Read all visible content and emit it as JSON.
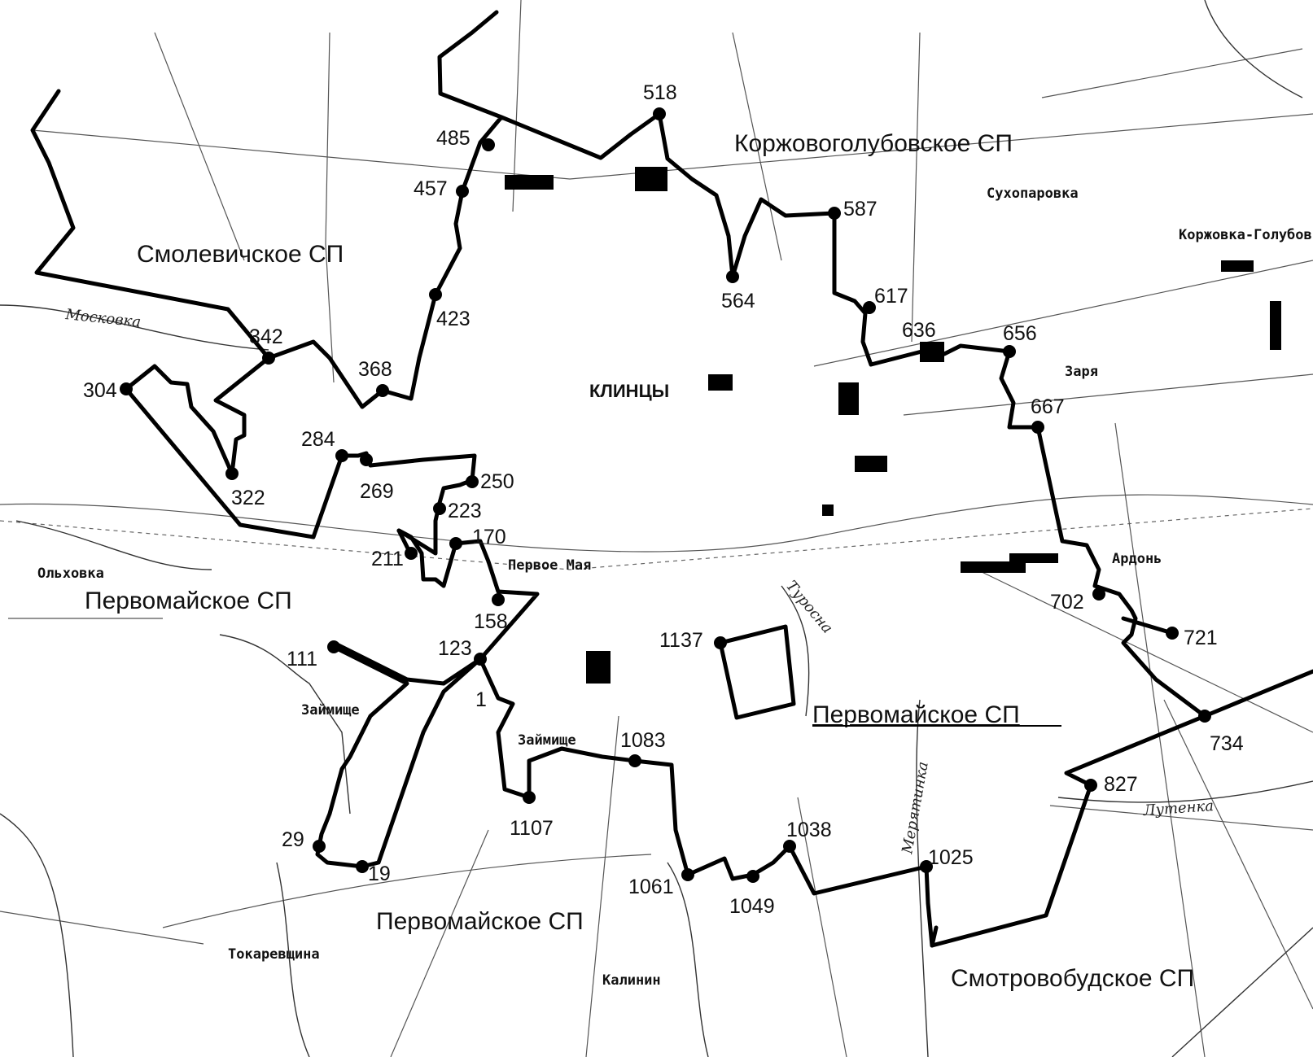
{
  "map": {
    "settlements": {
      "klintsy": "КЛИНЦЫ",
      "suhoparovka": "Сухопаровка",
      "korzhovka_golubovka": "Коржовка-Голубов",
      "zarya": "Заря",
      "ardon": "Ардонь",
      "olkhovka": "Ольховка",
      "pervoe_maya": "Первое Мая",
      "zaymishche_1": "Займище",
      "zaymishche_2": "Займище",
      "tokarevshchina": "Токаревщина",
      "kalinin": "Калинин"
    },
    "rivers": {
      "moskovka": "Московка",
      "turosna": "Туросна",
      "meryatinka": "Мерятинка",
      "lutenka": "Лутенка"
    },
    "municipalities": {
      "korzhovogolubovskoe": "Коржовоголубовское СП",
      "smolevichskoe": "Смолевичское СП",
      "pervomayskoe_west": "Первомайское СП",
      "pervomayskoe_east": "Первомайское СП",
      "pervomayskoe_south": "Первомайское СП",
      "smotrovobudskoe": "Смотровобудское СП"
    },
    "boundary_points": [
      "518",
      "485",
      "457",
      "587",
      "564",
      "617",
      "636",
      "656",
      "423",
      "342",
      "368",
      "304",
      "667",
      "284",
      "322",
      "269",
      "250",
      "223",
      "170",
      "211",
      "158",
      "702",
      "721",
      "1137",
      "111",
      "123",
      "1",
      "734",
      "1083",
      "827",
      "1107",
      "1038",
      "29",
      "19",
      "1025",
      "1061",
      "1049"
    ]
  }
}
